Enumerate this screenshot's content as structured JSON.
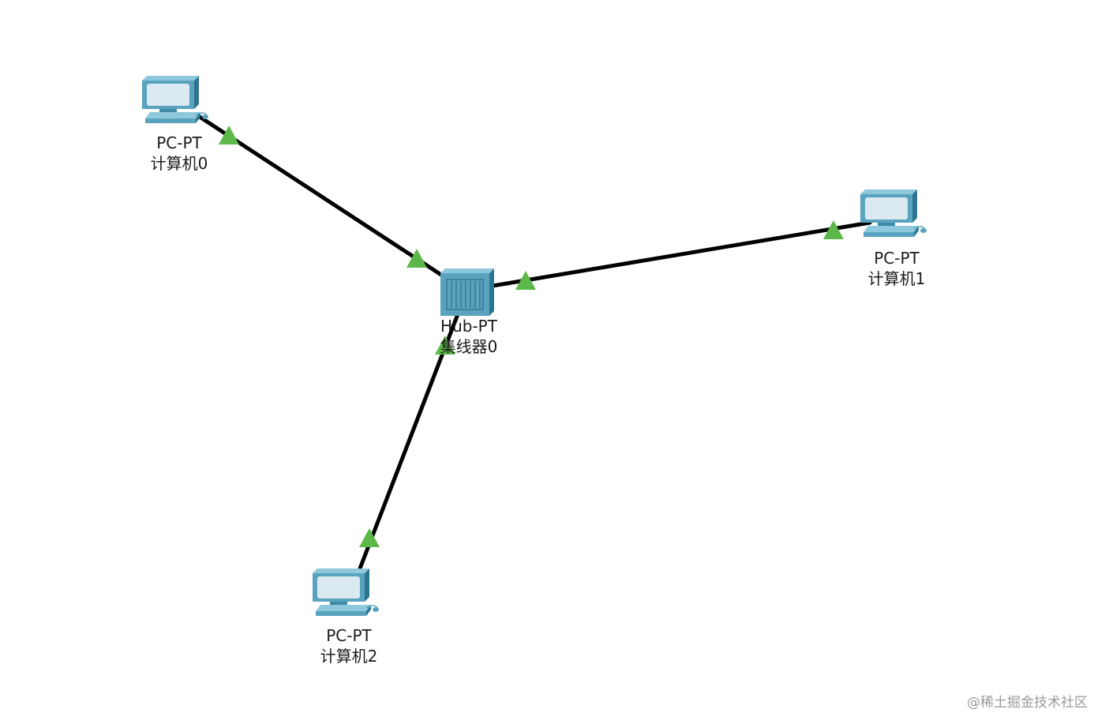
{
  "colors": {
    "link": "#000000",
    "link_status": "#5cb848",
    "device_front": "#5aa3be",
    "device_side": "#2b7590",
    "device_top": "#8ec8dc",
    "screen": "#dbe9f0"
  },
  "devices": [
    {
      "id": "pc0",
      "kind": "pc",
      "model": "PC-PT",
      "name": "计算机0",
      "icon": "pc-icon"
    },
    {
      "id": "pc1",
      "kind": "pc",
      "model": "PC-PT",
      "name": "计算机1",
      "icon": "pc-icon"
    },
    {
      "id": "pc2",
      "kind": "pc",
      "model": "PC-PT",
      "name": "计算机2",
      "icon": "pc-icon"
    },
    {
      "id": "hub0",
      "kind": "hub",
      "model": "Hub-PT",
      "name": "集线器0",
      "icon": "hub-icon"
    }
  ],
  "links": [
    {
      "from": "pc0",
      "to": "hub0",
      "status": "up",
      "type": "copper-straight-through"
    },
    {
      "from": "pc1",
      "to": "hub0",
      "status": "up",
      "type": "copper-straight-through"
    },
    {
      "from": "pc2",
      "to": "hub0",
      "status": "up",
      "type": "copper-straight-through"
    }
  ],
  "watermark": "@稀土掘金技术社区"
}
